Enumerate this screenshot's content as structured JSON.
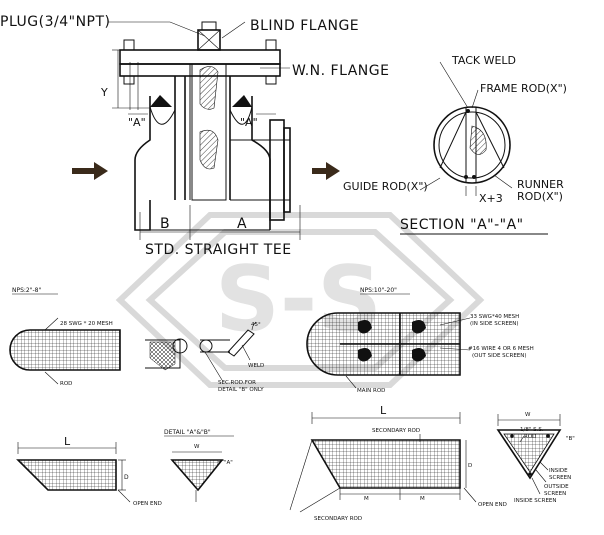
{
  "labels": {
    "plug": "PLUG(3/4\"NPT)",
    "blind_flange": "BLIND FLANGE",
    "wn_flange": "W.N. FLANGE",
    "tack_weld": "TACK WELD",
    "frame_rod": "FRAME ROD(X\")",
    "guide_rod": "GUIDE ROD(X\")",
    "runner_rod": "RUNNER",
    "runner_rod2": "ROD(X\")",
    "x_plus_3": "X+3",
    "section_aa": "SECTION \"A\"-\"A\"",
    "y_dim": "Y",
    "a_mark_left": "\"A\"",
    "a_mark_right": "\"A\"",
    "dim_b": "B",
    "dim_a": "A",
    "std_tee": "STD. STRAIGHT TEE",
    "nps_small": "NPS:2\"-8\"",
    "nps_large": "NPS:10\"-20\"",
    "mesh_28": "28 SWG * 20 MESH",
    "rod": "ROD",
    "weld": "WELD",
    "sec_rod_note1": "SEC.ROD.FOR",
    "sec_rod_note2": "DETAIL \"B\" ONLY",
    "angle_45": "45°",
    "mesh_33": "33 SWG*40 MESH",
    "in_side_screen": "(IN SIDE SCREEN)",
    "wire_16": "#16 WIRE 4 OR 6 MESH",
    "out_side_screen": "(OUT SIDE SCREEN)",
    "main_rod": "MAIN ROD",
    "dim_l_left": "L",
    "dim_d_left": "D",
    "open_end_left": "OPEN END",
    "detail_ab": "DETAIL \"A\"&\"B\"",
    "dim_w_detail": "W",
    "a_detail": "\"A\"",
    "dim_l_right": "L",
    "secondary_rod_top": "SECONDARY ROD",
    "dim_d_right": "D",
    "dim_m1": "M",
    "dim_m2": "M",
    "open_end_right": "OPEN END",
    "secondary_rod_bottom": "SECONDARY ROD",
    "dim_w_right": "W",
    "ss_rod1": "1/8\" S.S.",
    "ss_rod2": "ROD",
    "b_mark": "\"B\"",
    "inside_screen1": "INSIDE",
    "inside_screen2": "SCREEN",
    "outside_screen1": "OUTSIDE",
    "outside_screen2": "SCREEN",
    "inside_screen_bottom": "INSIDE SCREEN"
  },
  "colors": {
    "ink": "#111111",
    "arrow": "#3a2a1a",
    "watermark": "#d9d9d9"
  }
}
